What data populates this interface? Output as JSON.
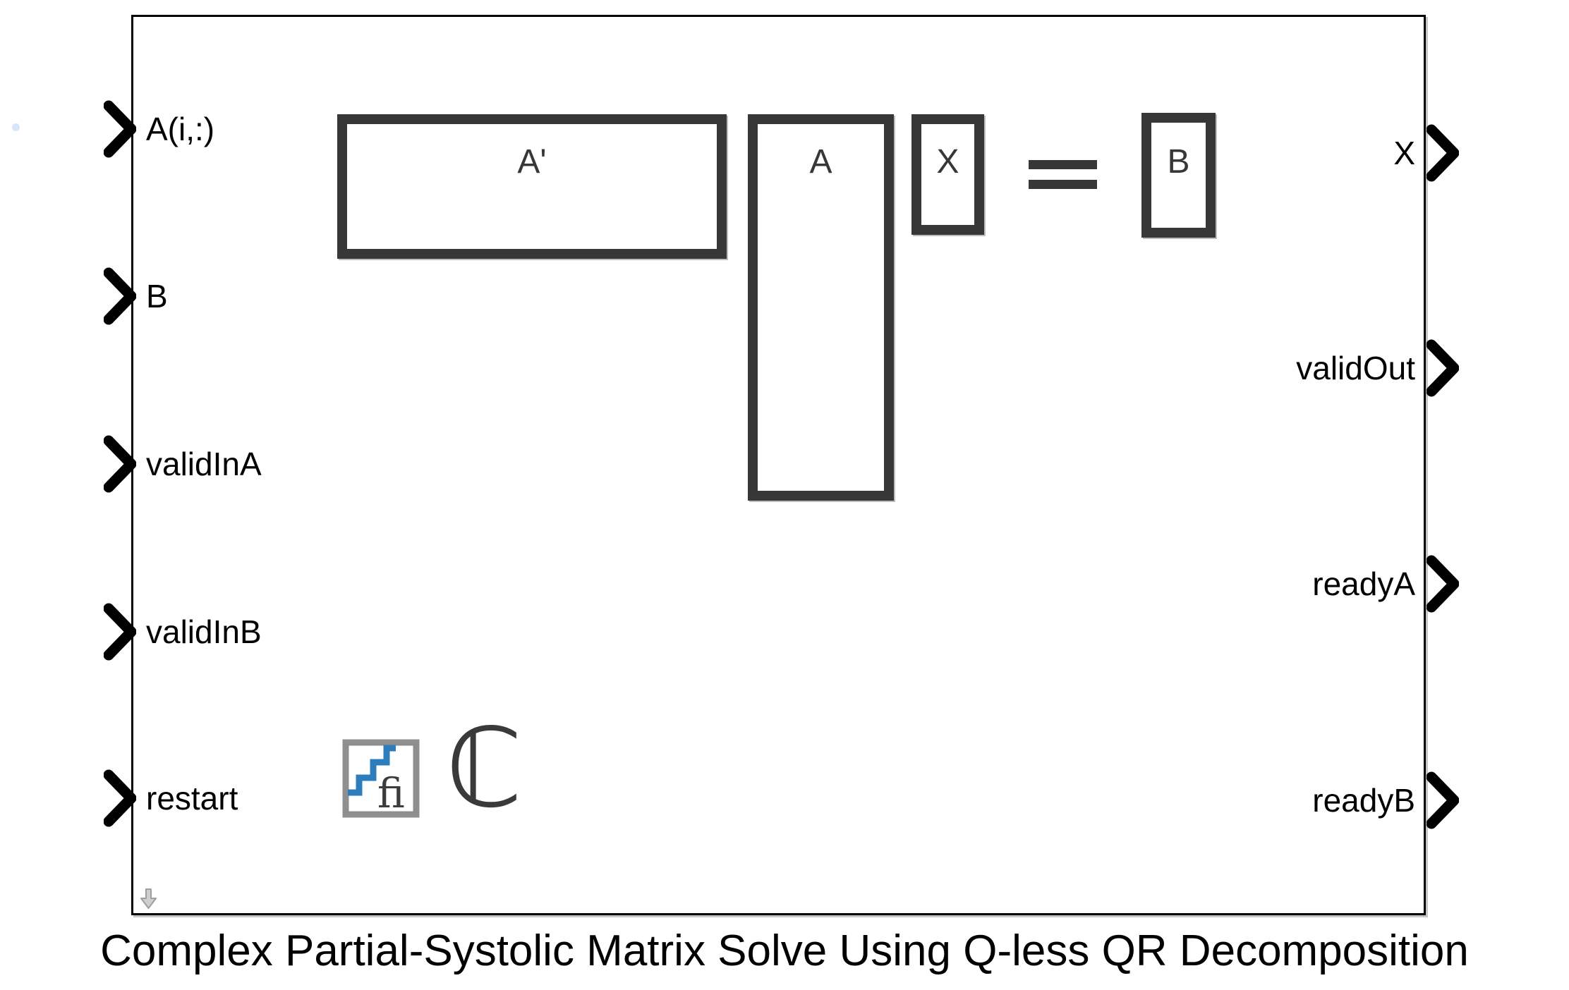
{
  "block": {
    "input_ports": [
      {
        "label": "A(i,:)"
      },
      {
        "label": "B"
      },
      {
        "label": "validInA"
      },
      {
        "label": "validInB"
      },
      {
        "label": "restart"
      }
    ],
    "output_ports": [
      {
        "label": "X"
      },
      {
        "label": "validOut"
      },
      {
        "label": "readyA"
      },
      {
        "label": "readyB"
      }
    ],
    "diagram": {
      "matrix_a_transpose": "A'",
      "matrix_a": "A",
      "matrix_x": "X",
      "equals": "=",
      "matrix_b": "B"
    },
    "badges": {
      "fixed_point": "fi",
      "complex": "ℂ"
    }
  },
  "caption": "Complex Partial-Systolic Matrix Solve Using Q-less QR Decomposition",
  "colors": {
    "matrix_stroke": "#373737",
    "fi_blue": "#2d7cbc",
    "icon_gray": "#8f8f8f",
    "block_shadow": "#c6c6c6"
  }
}
